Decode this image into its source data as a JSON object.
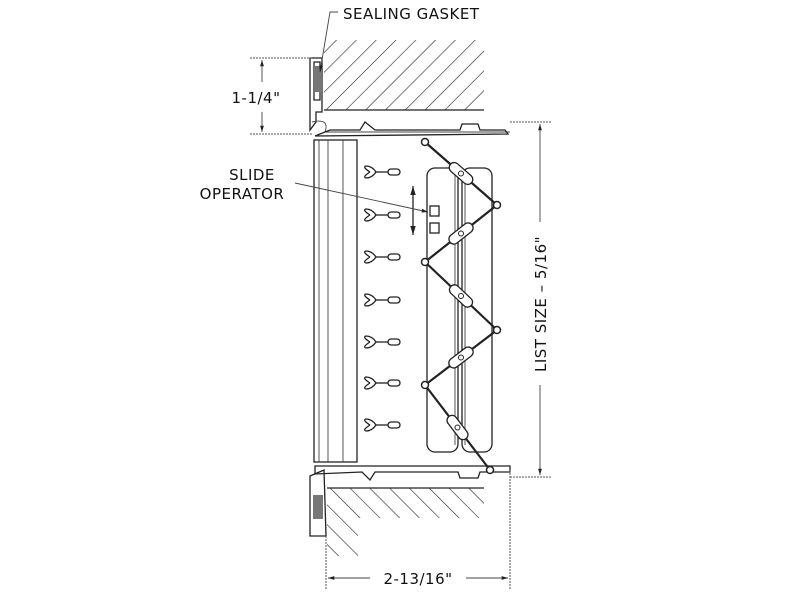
{
  "labels": {
    "sealing_gasket": "SEALING GASKET",
    "slide_operator_line1": "SLIDE",
    "slide_operator_line2": "OPERATOR"
  },
  "dimensions": {
    "flange_height": "1-1/4\"",
    "list_size": "LIST SIZE – 5/16\"",
    "depth": "2-13/16\""
  },
  "colors": {
    "line": "#222222",
    "background": "#ffffff"
  }
}
